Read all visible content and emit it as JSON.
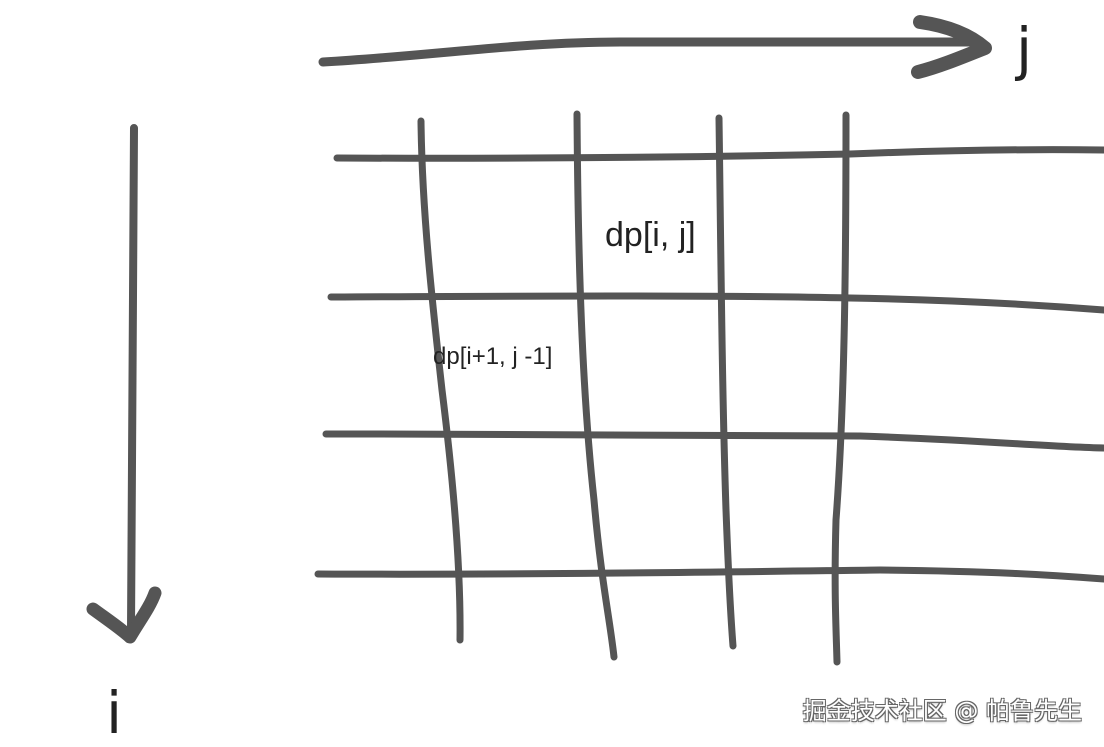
{
  "diagram": {
    "axis_i_label": "i",
    "axis_j_label": "j",
    "cell_label_main": "dp[i, j]",
    "cell_label_sub": "dp[i+1, j -1]",
    "watermark": "掘金技术社区 @ 帕鲁先生",
    "stroke_color": "#555555"
  }
}
